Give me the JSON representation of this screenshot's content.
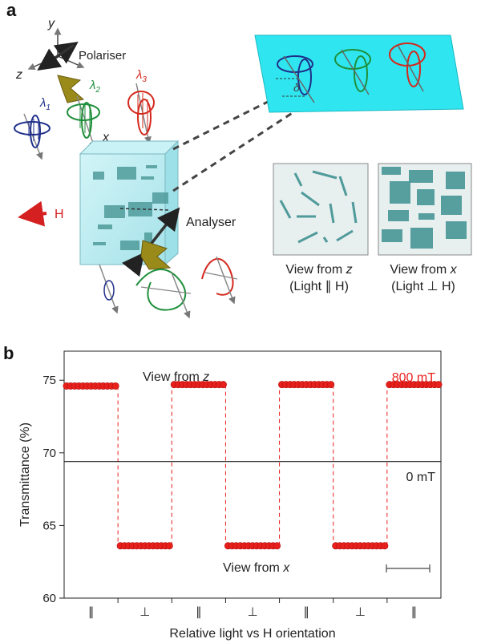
{
  "panel_a": {
    "label": "a",
    "axis_y": "y",
    "axis_z": "z",
    "axis_x": "x",
    "polariser": "Polariser",
    "analyser": "Analyser",
    "field": "H",
    "lambda_base": "λ",
    "lambdas": [
      {
        "sub": "1",
        "color": "#1f2f8a"
      },
      {
        "sub": "2",
        "color": "#1e8f3a"
      },
      {
        "sub": "3",
        "color": "#d4281c"
      }
    ],
    "delta": "δ",
    "view_z_line1": "View from ",
    "view_z_axis": "z",
    "view_z_line2": "(Light ∥ H)",
    "view_x_line1": "View from ",
    "view_x_axis": "x",
    "view_x_line2": "(Light ⊥ H)",
    "colors": {
      "cube": "#8fdfe8",
      "plate": "#2fe6f0",
      "rods": "#4f9a9a",
      "field_arrow": "#e02020"
    }
  },
  "panel_b": {
    "label": "b",
    "chart_data": {
      "type": "scatter",
      "ylabel": "Transmittance (%)",
      "xlabel": "Relative light vs H orientation",
      "ylim": [
        60,
        77
      ],
      "yticks": [
        60,
        65,
        70,
        75
      ],
      "categories": [
        "∥",
        "⊥",
        "∥",
        "⊥",
        "∥",
        "⊥",
        "∥"
      ],
      "series": [
        {
          "name": "800 mT",
          "color": "#e8201c",
          "segments": [
            {
              "orientation": "∥",
              "value": 74.6
            },
            {
              "orientation": "⊥",
              "value": 63.6
            },
            {
              "orientation": "∥",
              "value": 74.7
            },
            {
              "orientation": "⊥",
              "value": 63.6
            },
            {
              "orientation": "∥",
              "value": 74.7
            },
            {
              "orientation": "⊥",
              "value": 63.6
            },
            {
              "orientation": "∥",
              "value": 74.7
            }
          ]
        },
        {
          "name": "0 mT",
          "color": "#222222",
          "value": 69.4
        }
      ],
      "annotations": {
        "view_z": "View from ",
        "view_z_axis": "z",
        "view_x": "View from ",
        "view_x_axis": "x",
        "label_800": "800 mT",
        "label_0": "0 mT"
      },
      "grid": false
    }
  }
}
